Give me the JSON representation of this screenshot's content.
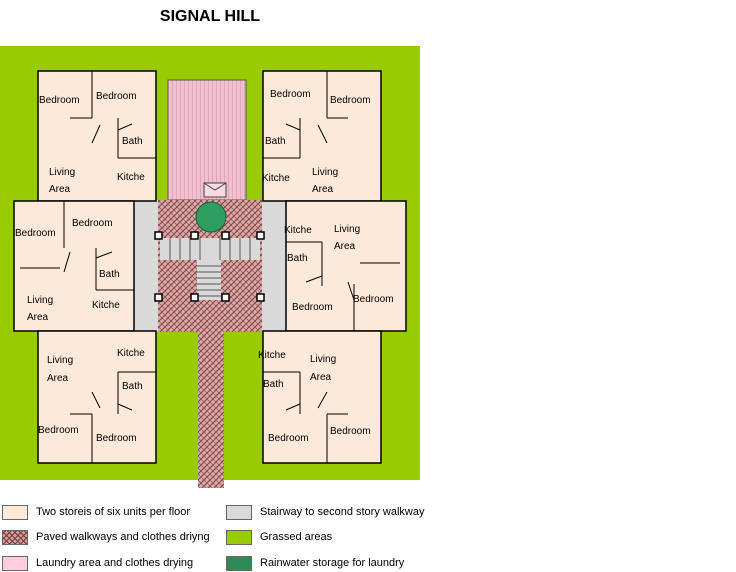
{
  "title": "SIGNAL HILL",
  "rooms": {
    "bedroom": "Bedroom",
    "bath": "Bath",
    "kitchen": "Kitche",
    "living1": "Living",
    "living2": "Area"
  },
  "legend": [
    {
      "key": "units",
      "label": "Two storeis of six units per floor",
      "color": "#fde9d9"
    },
    {
      "key": "stair",
      "label": "Stairway to second story walkway",
      "color": "#d9d9d9"
    },
    {
      "key": "paved",
      "label": "Paved walkways and clothes driyng",
      "color": "#c8a0a0"
    },
    {
      "key": "grass",
      "label": "Grassed areas",
      "color": "#99cc00"
    },
    {
      "key": "laundry",
      "label": "Laundry area and clothes drying",
      "color": "#ffcce0"
    },
    {
      "key": "rain",
      "label": "Rainwater storage for laundry",
      "color": "#2e8b57"
    }
  ],
  "colors": {
    "grass": "#99cc00",
    "unit": "#fde9d9",
    "stair": "#d9d9d9",
    "laundry": "#f4c7d6",
    "tank": "#2e9e60"
  }
}
